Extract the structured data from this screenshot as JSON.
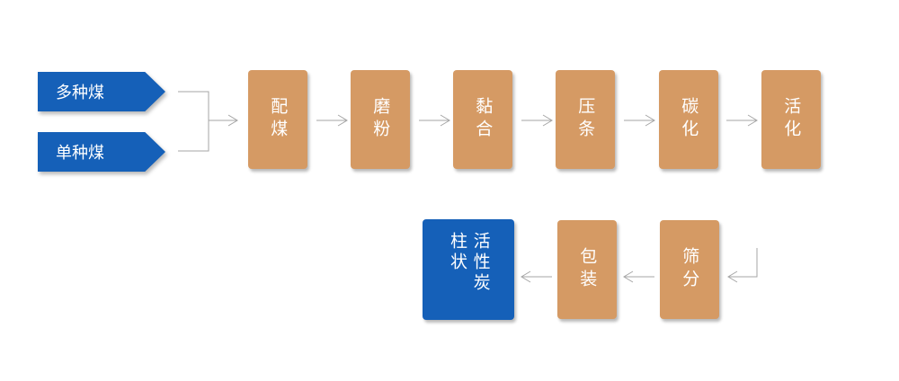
{
  "colors": {
    "input_blue": "#1560b8",
    "step_tan": "#d59a64",
    "product_blue": "#1560b8",
    "connector": "#a6a6a6"
  },
  "inputs": [
    {
      "label": "多种煤"
    },
    {
      "label": "单种煤"
    }
  ],
  "steps": [
    {
      "label": "配煤"
    },
    {
      "label": "磨粉"
    },
    {
      "label": "黏合"
    },
    {
      "label": "压条"
    },
    {
      "label": "碳化"
    },
    {
      "label": "活化"
    },
    {
      "label": "筛分"
    },
    {
      "label": "包装"
    }
  ],
  "product": {
    "label": "活性炭柱状"
  }
}
